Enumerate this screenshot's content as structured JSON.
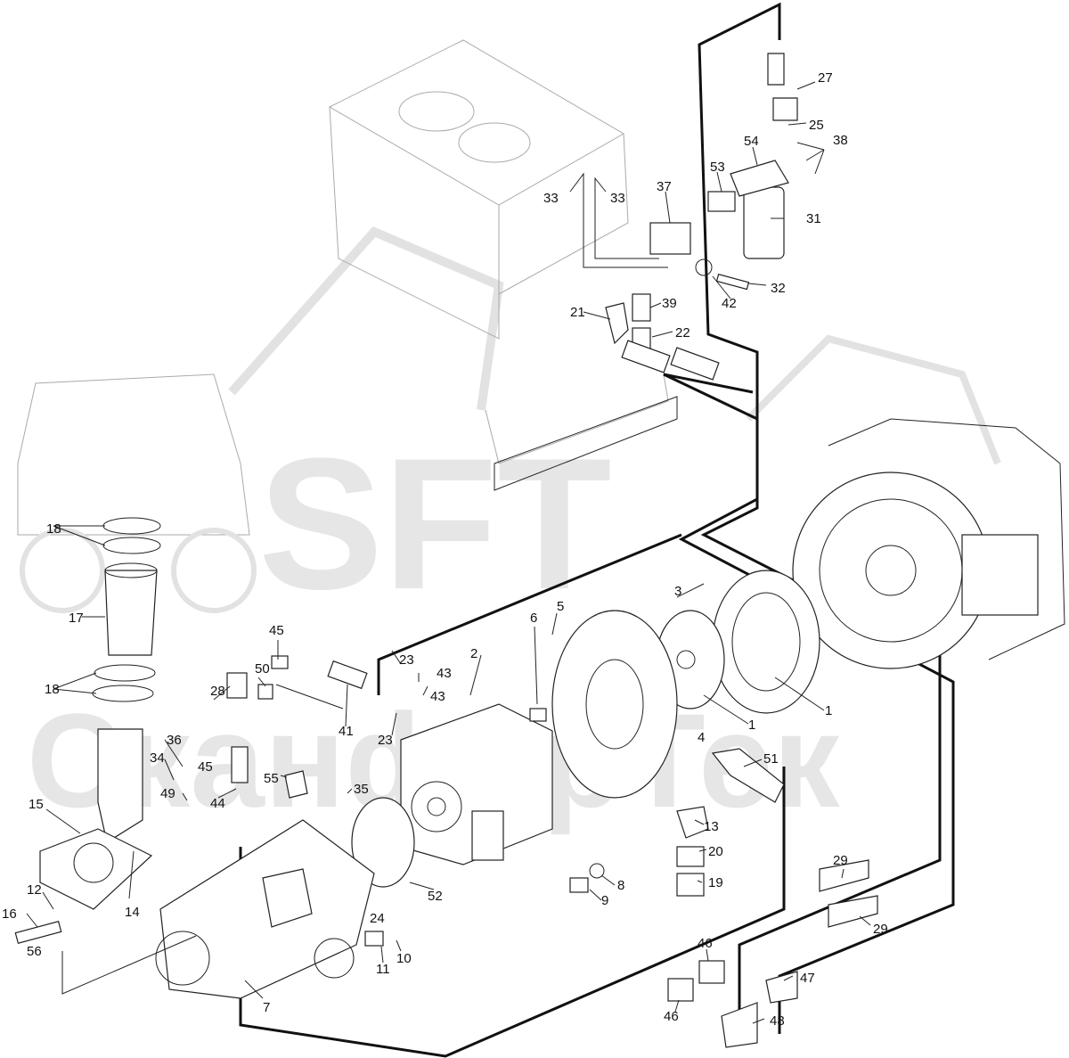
{
  "watermark": {
    "brand": "SFT",
    "company": "СканфорТек"
  },
  "callouts": [
    {
      "id": "c1",
      "text": "1"
    },
    {
      "id": "c1b",
      "text": "1"
    },
    {
      "id": "c2",
      "text": "2"
    },
    {
      "id": "c3",
      "text": "3"
    },
    {
      "id": "c4",
      "text": "4"
    },
    {
      "id": "c5",
      "text": "5"
    },
    {
      "id": "c6",
      "text": "6"
    },
    {
      "id": "c7",
      "text": "7"
    },
    {
      "id": "c8",
      "text": "8"
    },
    {
      "id": "c9",
      "text": "9"
    },
    {
      "id": "c10",
      "text": "10"
    },
    {
      "id": "c11",
      "text": "11"
    },
    {
      "id": "c12",
      "text": "12"
    },
    {
      "id": "c13",
      "text": "13"
    },
    {
      "id": "c14",
      "text": "14"
    },
    {
      "id": "c15",
      "text": "15"
    },
    {
      "id": "c16",
      "text": "16"
    },
    {
      "id": "c17",
      "text": "17"
    },
    {
      "id": "c18a",
      "text": "18"
    },
    {
      "id": "c18b",
      "text": "18"
    },
    {
      "id": "c19",
      "text": "19"
    },
    {
      "id": "c20",
      "text": "20"
    },
    {
      "id": "c21",
      "text": "21"
    },
    {
      "id": "c22",
      "text": "22"
    },
    {
      "id": "c23a",
      "text": "23"
    },
    {
      "id": "c23b",
      "text": "23"
    },
    {
      "id": "c24",
      "text": "24"
    },
    {
      "id": "c25",
      "text": "25"
    },
    {
      "id": "c27",
      "text": "27"
    },
    {
      "id": "c28",
      "text": "28"
    },
    {
      "id": "c29a",
      "text": "29"
    },
    {
      "id": "c29b",
      "text": "29"
    },
    {
      "id": "c31",
      "text": "31"
    },
    {
      "id": "c32",
      "text": "32"
    },
    {
      "id": "c33a",
      "text": "33"
    },
    {
      "id": "c33b",
      "text": "33"
    },
    {
      "id": "c34",
      "text": "34"
    },
    {
      "id": "c35",
      "text": "35"
    },
    {
      "id": "c36",
      "text": "36"
    },
    {
      "id": "c37",
      "text": "37"
    },
    {
      "id": "c38",
      "text": "38"
    },
    {
      "id": "c39",
      "text": "39"
    },
    {
      "id": "c41",
      "text": "41"
    },
    {
      "id": "c42",
      "text": "42"
    },
    {
      "id": "c43a",
      "text": "43"
    },
    {
      "id": "c43b",
      "text": "43"
    },
    {
      "id": "c44",
      "text": "44"
    },
    {
      "id": "c45a",
      "text": "45"
    },
    {
      "id": "c45b",
      "text": "45"
    },
    {
      "id": "c46a",
      "text": "46"
    },
    {
      "id": "c46b",
      "text": "46"
    },
    {
      "id": "c47",
      "text": "47"
    },
    {
      "id": "c48",
      "text": "48"
    },
    {
      "id": "c49",
      "text": "49"
    },
    {
      "id": "c50",
      "text": "50"
    },
    {
      "id": "c51",
      "text": "51"
    },
    {
      "id": "c52",
      "text": "52"
    },
    {
      "id": "c53",
      "text": "53"
    },
    {
      "id": "c54",
      "text": "54"
    },
    {
      "id": "c55",
      "text": "55"
    },
    {
      "id": "c56",
      "text": "56"
    }
  ]
}
